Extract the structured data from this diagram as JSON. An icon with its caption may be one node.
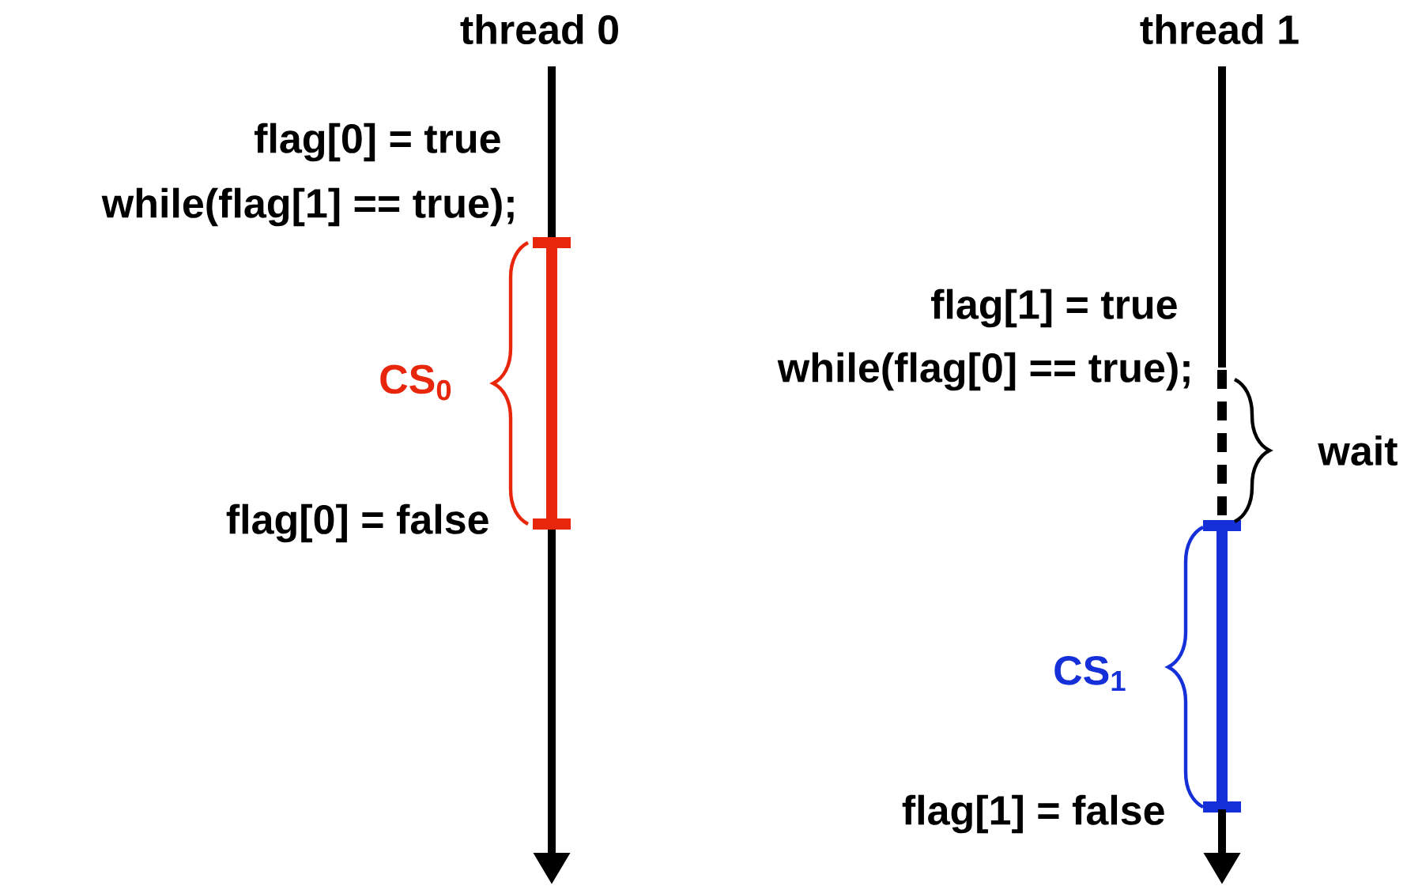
{
  "diagram": {
    "labels": [
      "thread 0",
      "thread 1",
      "flag[0] = true",
      "while(flag[1] == true);",
      "CS$_{0}$",
      "flag[0] = false",
      "flag[1] = true",
      "while(flag[0] == true);",
      "wait",
      "CS$_{1}$",
      "flag[1] = false"
    ]
  }
}
